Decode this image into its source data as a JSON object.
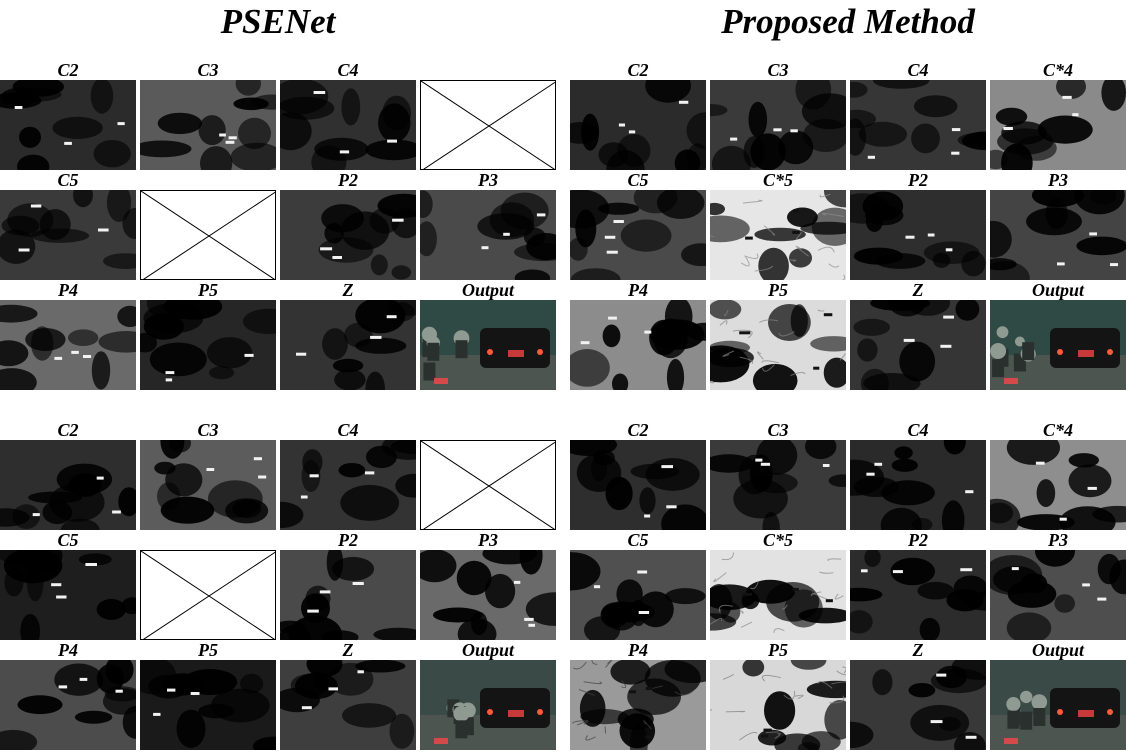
{
  "titles": {
    "left": "PSENet",
    "right": "Proposed Method"
  },
  "blocks": [
    {
      "left": {
        "rows": [
          [
            {
              "label": "C2",
              "tone": "#2b2b2b",
              "kind": "feature"
            },
            {
              "label": "C3",
              "tone": "#5a5a5a",
              "kind": "feature"
            },
            {
              "label": "C4",
              "tone": "#303030",
              "kind": "feature"
            },
            {
              "label": "",
              "tone": "#ffffff",
              "kind": "empty"
            }
          ],
          [
            {
              "label": "C5",
              "tone": "#3a3a3a",
              "kind": "feature"
            },
            {
              "label": "",
              "tone": "#ffffff",
              "kind": "empty"
            },
            {
              "label": "P2",
              "tone": "#3c3c3c",
              "kind": "feature"
            },
            {
              "label": "P3",
              "tone": "#4a4a4a",
              "kind": "feature"
            }
          ],
          [
            {
              "label": "P4",
              "tone": "#6a6a6a",
              "kind": "feature"
            },
            {
              "label": "P5",
              "tone": "#262626",
              "kind": "feature"
            },
            {
              "label": "Z",
              "tone": "#333333",
              "kind": "feature"
            },
            {
              "label": "Output",
              "tone": "#2f4a44",
              "kind": "photo"
            }
          ]
        ]
      },
      "right": {
        "rows": [
          [
            {
              "label": "C2",
              "tone": "#2b2b2b",
              "kind": "feature"
            },
            {
              "label": "C3",
              "tone": "#3a3a3a",
              "kind": "feature"
            },
            {
              "label": "C4",
              "tone": "#363636",
              "kind": "feature"
            },
            {
              "label": "C*4",
              "tone": "#8a8a8a",
              "kind": "feature"
            }
          ],
          [
            {
              "label": "C5",
              "tone": "#4a4a4a",
              "kind": "feature"
            },
            {
              "label": "C*5",
              "tone": "#e6e6e6",
              "kind": "feature"
            },
            {
              "label": "P2",
              "tone": "#2e2e2e",
              "kind": "feature"
            },
            {
              "label": "P3",
              "tone": "#444444",
              "kind": "feature"
            }
          ],
          [
            {
              "label": "P4",
              "tone": "#8c8c8c",
              "kind": "feature"
            },
            {
              "label": "P5",
              "tone": "#dcdcdc",
              "kind": "feature"
            },
            {
              "label": "Z",
              "tone": "#353535",
              "kind": "feature"
            },
            {
              "label": "Output",
              "tone": "#2f4a44",
              "kind": "photo"
            }
          ]
        ]
      }
    },
    {
      "left": {
        "rows": [
          [
            {
              "label": "C2",
              "tone": "#2e2e2e",
              "kind": "feature"
            },
            {
              "label": "C3",
              "tone": "#5c5c5c",
              "kind": "feature"
            },
            {
              "label": "C4",
              "tone": "#333333",
              "kind": "feature"
            },
            {
              "label": "",
              "tone": "#ffffff",
              "kind": "empty"
            }
          ],
          [
            {
              "label": "C5",
              "tone": "#1e1e1e",
              "kind": "feature"
            },
            {
              "label": "",
              "tone": "#ffffff",
              "kind": "empty"
            },
            {
              "label": "P2",
              "tone": "#4a4a4a",
              "kind": "feature"
            },
            {
              "label": "P3",
              "tone": "#6a6a6a",
              "kind": "feature"
            }
          ],
          [
            {
              "label": "P4",
              "tone": "#4c4c4c",
              "kind": "feature"
            },
            {
              "label": "P5",
              "tone": "#1a1a1a",
              "kind": "feature"
            },
            {
              "label": "Z",
              "tone": "#3e3e3e",
              "kind": "feature"
            },
            {
              "label": "Output",
              "tone": "#3a4a46",
              "kind": "photo"
            }
          ]
        ]
      },
      "right": {
        "rows": [
          [
            {
              "label": "C2",
              "tone": "#2e2e2e",
              "kind": "feature"
            },
            {
              "label": "C3",
              "tone": "#3a3a3a",
              "kind": "feature"
            },
            {
              "label": "C4",
              "tone": "#2a2a2a",
              "kind": "feature"
            },
            {
              "label": "C*4",
              "tone": "#8e8e8e",
              "kind": "feature"
            }
          ],
          [
            {
              "label": "C5",
              "tone": "#505050",
              "kind": "feature"
            },
            {
              "label": "C*5",
              "tone": "#e2e2e2",
              "kind": "feature"
            },
            {
              "label": "P2",
              "tone": "#2c2c2c",
              "kind": "feature"
            },
            {
              "label": "P3",
              "tone": "#4e4e4e",
              "kind": "feature"
            }
          ],
          [
            {
              "label": "P4",
              "tone": "#9a9a9a",
              "kind": "feature"
            },
            {
              "label": "P5",
              "tone": "#d8d8d8",
              "kind": "feature"
            },
            {
              "label": "Z",
              "tone": "#383838",
              "kind": "feature"
            },
            {
              "label": "Output",
              "tone": "#3a4a46",
              "kind": "photo"
            }
          ]
        ]
      }
    }
  ]
}
